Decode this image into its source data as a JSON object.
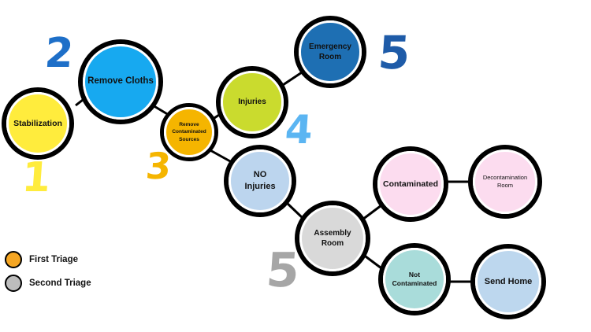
{
  "nodes": {
    "stabilization": {
      "label": "Stabilization",
      "color": "#FFEC3D"
    },
    "remove_cloths": {
      "label": "Remove Cloths",
      "color": "#17A9F0"
    },
    "remove_contaminated_sources": {
      "label": "Remove\nContaminated\nSources",
      "color": "#F5B500"
    },
    "injuries": {
      "label": "Injuries",
      "color": "#CADB2E"
    },
    "emergency_room": {
      "label": "Emergency\nRoom",
      "color": "#1E6FB3"
    },
    "no_injuries": {
      "label": "NO\nInjuries",
      "color": "#BCD5EE"
    },
    "assembly_room": {
      "label": "Assembly\nRoom",
      "color": "#D9D9D9"
    },
    "contaminated": {
      "label": "Contaminated",
      "color": "#FCDCEF"
    },
    "decontamination_room": {
      "label": "Decontamination\nRoom",
      "color": "#FCDCEF"
    },
    "not_contaminated": {
      "label": "Not\nContaminated",
      "color": "#A9DCDA"
    },
    "send_home": {
      "label": "Send Home",
      "color": "#BDD7EE"
    }
  },
  "step_numbers": {
    "stabilization": {
      "value": "1",
      "color": "#FFEC3D"
    },
    "remove_cloths": {
      "value": "2",
      "color": "#1E6FC8"
    },
    "remove_contaminated_sources": {
      "value": "3",
      "color": "#F5B500"
    },
    "injuries": {
      "value": "4",
      "color": "#5BB5F2"
    },
    "emergency_room": {
      "value": "5",
      "color": "#1E5BA8"
    },
    "assembly_room": {
      "value": "5",
      "color": "#A6A6A6"
    }
  },
  "legend": [
    {
      "label": "First Triage",
      "color": "#F5A623"
    },
    {
      "label": "Second Triage",
      "color": "#BDBDBD"
    }
  ]
}
